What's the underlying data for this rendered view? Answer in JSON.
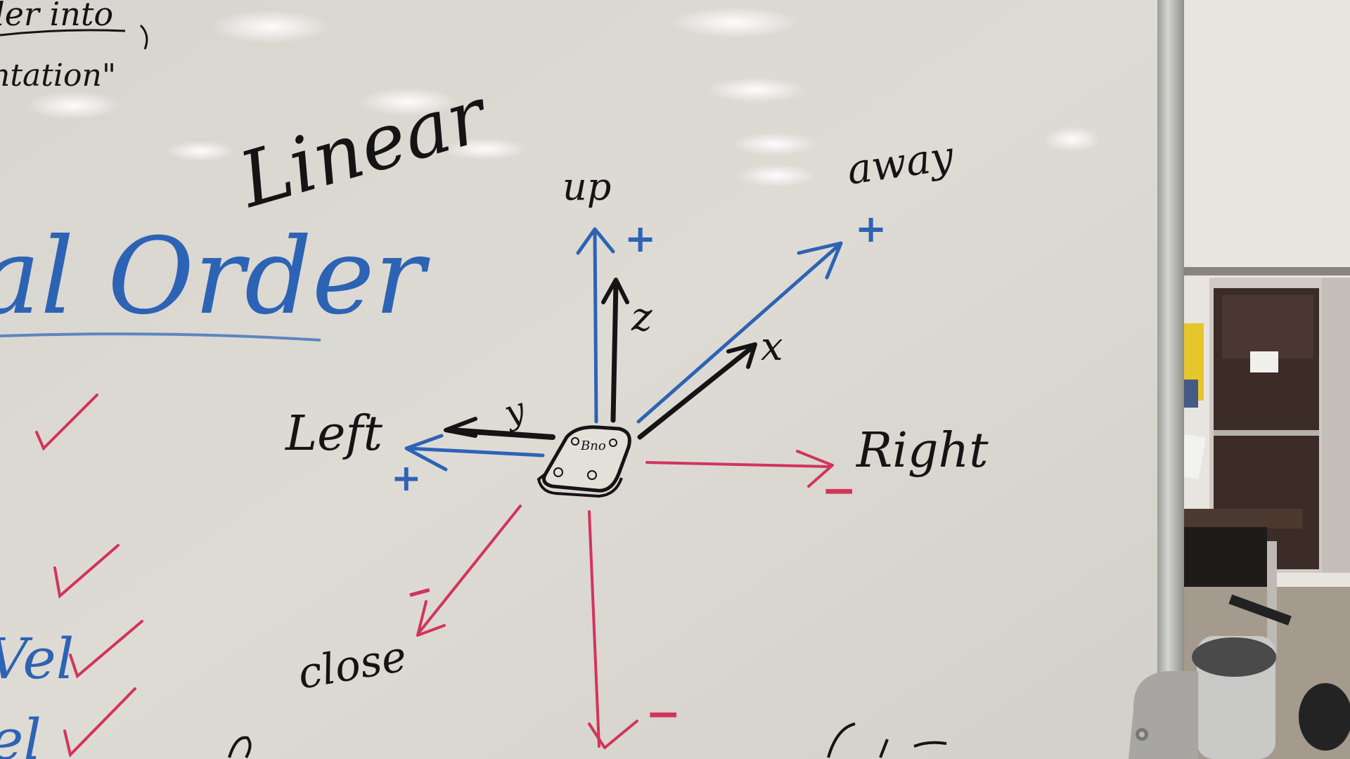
{
  "board": {
    "title": "Linear",
    "partial_top_line_1": "ler into",
    "partial_top_line_2": "ntation\"",
    "partial_heading": "al Order",
    "partial_item_1": "Vel",
    "partial_item_2": "el"
  },
  "diagram": {
    "sensor_label": "Bno",
    "labels": {
      "up": "up",
      "away": "away",
      "left": "Left",
      "right": "Right",
      "close": "close"
    },
    "axes": {
      "z": "z",
      "x": "x",
      "y": "y"
    },
    "signs": {
      "up": "+",
      "away": "+",
      "left": "+",
      "right": "−",
      "close": "−",
      "down": "−"
    }
  },
  "colors": {
    "board": "#dcd9d2",
    "black_marker": "#141414",
    "blue_marker": "#2d63b4",
    "red_marker": "#d2345a",
    "frame": "#b9b9b6",
    "room_wall": "#e9e6e1",
    "door": "#3a2b27"
  },
  "icons": {
    "sensor": "bno-sensor-icon",
    "check": "checkmark-icon"
  }
}
